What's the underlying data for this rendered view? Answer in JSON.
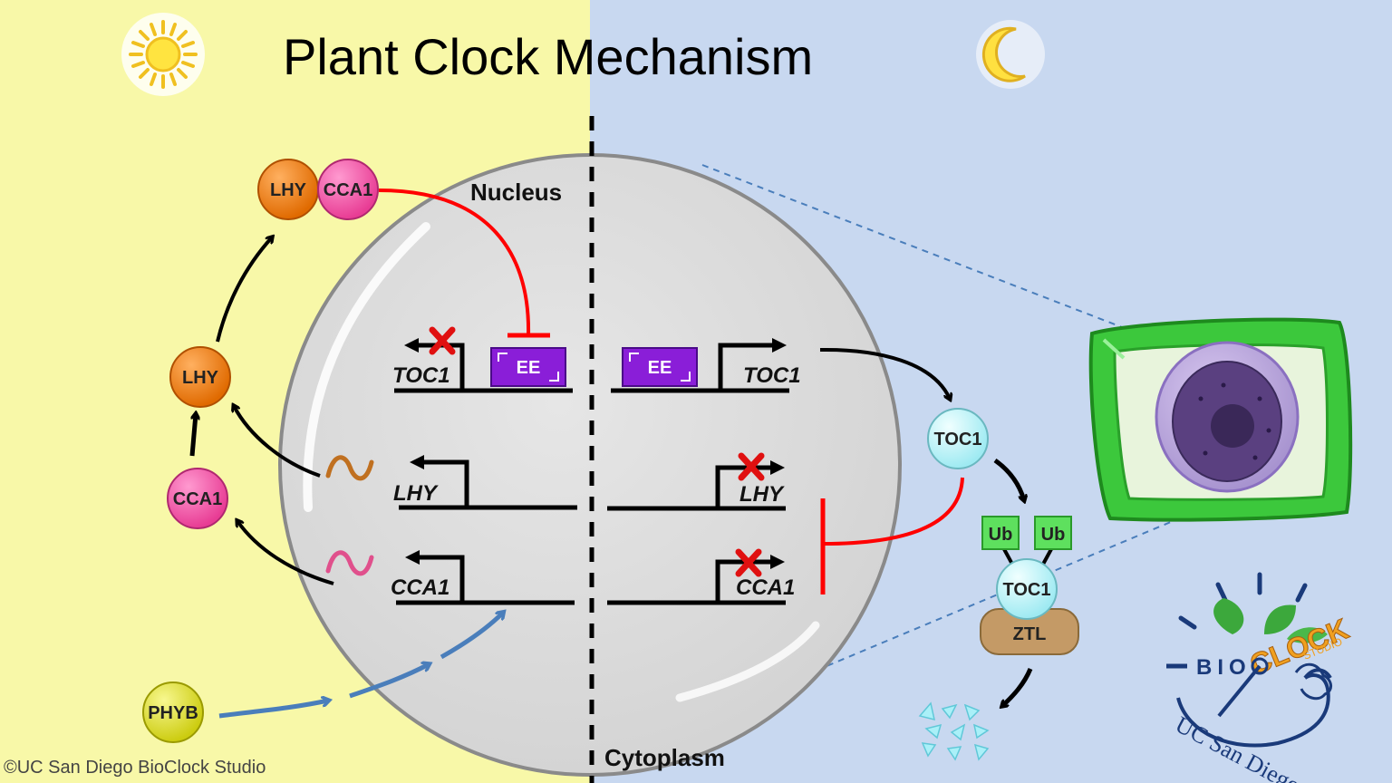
{
  "title": "Plant Clock Mechanism",
  "labels": {
    "nucleus": "Nucleus",
    "cytoplasm": "Cytoplasm",
    "copyright": "©UC San Diego BioClock Studio"
  },
  "proteins": {
    "lhy": "LHY",
    "cca1": "CCA1",
    "toc1": "TOC1",
    "phyb": "PHYB",
    "ub": "Ub",
    "ztl": "ZTL",
    "ee": "EE"
  },
  "genes": {
    "toc1": "TOC1",
    "lhy": "LHY",
    "cca1": "CCA1"
  },
  "logo": {
    "bio": "BIO",
    "clock": "CLOCK",
    "studio": "STUDIO",
    "university": "UC San Diego"
  },
  "colors": {
    "day_background": "#f8f8a8",
    "night_background": "#c8d8f0",
    "repression": "#ff0000",
    "activation_phyb": "#4a7ebb",
    "lhy": "#f07c00",
    "cca1": "#f0489c",
    "toc1": "#b8f4f8",
    "phyb": "#e0e030",
    "ee_box": "#8a1ed8",
    "ub": "#5ee05e",
    "ztl": "#c49a66"
  },
  "icons": [
    "sun-icon",
    "moon-icon",
    "plant-cell-icon",
    "bioclock-logo",
    "degradation-fragments-icon"
  ]
}
